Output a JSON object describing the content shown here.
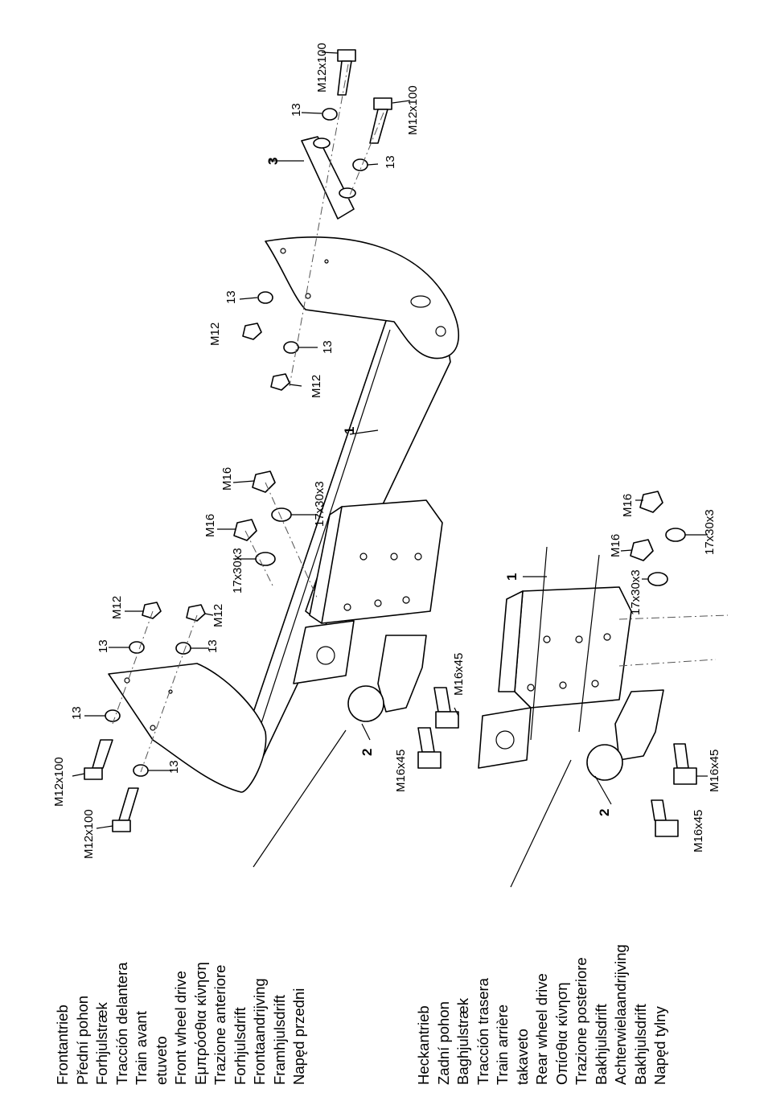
{
  "labels": {
    "m12x100": "M12x100",
    "m12": "M12",
    "m16": "M16",
    "m16x45": "M16x45",
    "w13": "13",
    "w17x30x3": "17x30x3",
    "n1": "1",
    "n2": "2",
    "n3": "3"
  },
  "legend_front": [
    "Frontantrieb",
    "Přední pohon",
    "Forhjulstræk",
    "Tracción delantera",
    "Train avant",
    "etuveto",
    "Front wheel drive",
    "Εμπρόσθια κίνηση",
    "Trazione anteriore",
    "Forhjulsdrift",
    "Frontaandrijving",
    "Framhjulsdrift",
    "Napęd  przedni"
  ],
  "legend_rear": [
    "Heckantrieb",
    "Zadní pohon",
    "Baghjulstræk",
    "Tracción trasera",
    "Train arrière",
    "takaveto",
    "Rear wheel drive",
    "Οπίσθια κίνηση",
    "Trazione posteriore",
    "Bakhjulsdrift",
    "Achterwielaandrijving",
    "Bakhjulsdrift",
    "Napęd tylny"
  ]
}
